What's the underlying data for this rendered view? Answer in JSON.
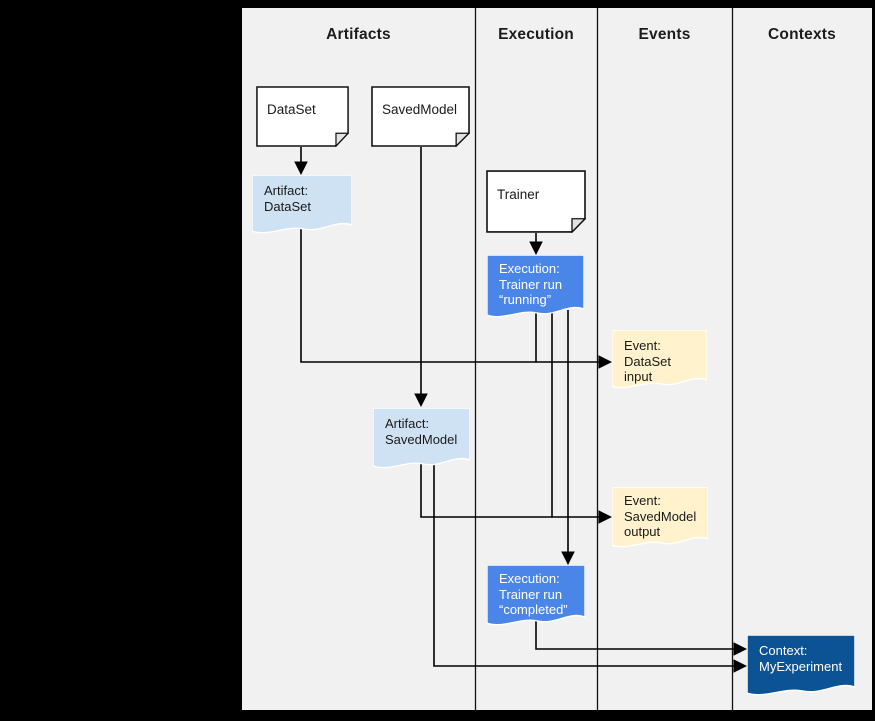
{
  "diagram": {
    "columns": [
      "Artifacts",
      "Execution",
      "Events",
      "Contexts"
    ],
    "nodes": {
      "dataset": "DataSet",
      "savedmodel": "SavedModel",
      "trainer": "Trainer",
      "artifact_dataset": "Artifact:\nDataSet",
      "execution_running": "Execution:\nTrainer run\n“running”",
      "event_dataset_input": "Event:\nDataSet input",
      "artifact_savedmodel": "Artifact:\nSavedModel",
      "event_savedmodel_output": "Event:\nSavedModel\noutput",
      "execution_completed": "Execution:\nTrainer run\n“completed”",
      "context_myexperiment": "Context:\nMyExperiment"
    },
    "colors": {
      "page_background": "#000000",
      "canvas_background": "#f1f1f2",
      "artifact_fill": "#cfe2f3",
      "execution_fill": "#4a86e8",
      "event_fill": "#fff2cc",
      "context_fill": "#0b5394",
      "note_fill": "#ffffff",
      "line": "#000000"
    }
  }
}
